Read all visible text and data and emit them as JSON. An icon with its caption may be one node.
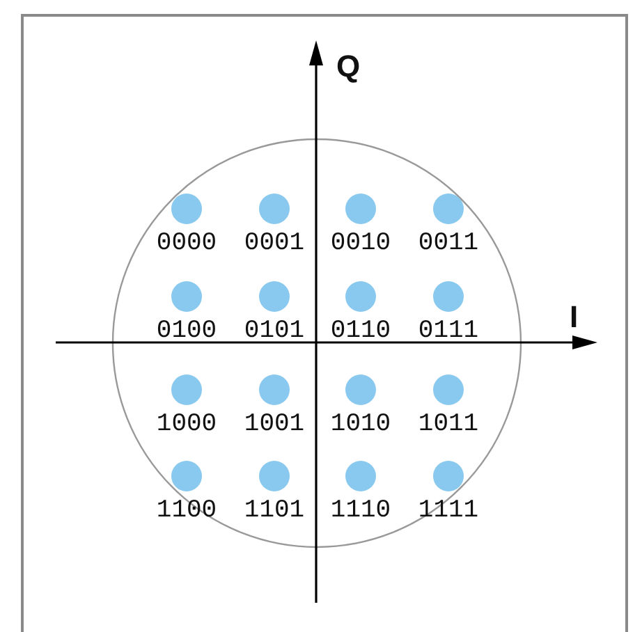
{
  "diagram": {
    "labels": [
      "Q",
      "0000",
      "0001",
      "0010",
      "0011",
      "I",
      "0100",
      "0101",
      "0110",
      "0111",
      "1000",
      "1001",
      "1010",
      "1011",
      "1100",
      "1101",
      "1110",
      "1111"
    ]
  }
}
